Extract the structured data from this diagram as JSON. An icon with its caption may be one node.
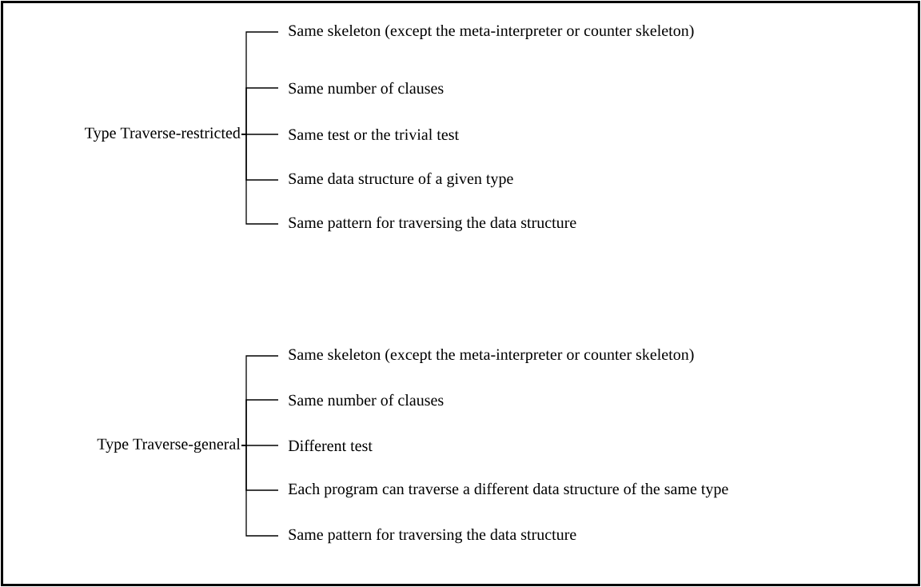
{
  "diagram": {
    "nodes": [
      {
        "text": [
          "Type Traverse-restricted"
        ]
      },
      {
        "text": [
          "Same skeleton (except the meta-interpreter or counter skeleton)"
        ]
      },
      {
        "text": [
          "Same number of clauses"
        ]
      },
      {
        "text": [
          "Same test or the trivial test"
        ]
      },
      {
        "text": [
          "Same data structure of a given type"
        ]
      },
      {
        "text": [
          "Same pattern for traversing the data structure"
        ]
      },
      {
        "text": [
          "Type Traverse-general"
        ]
      },
      {
        "text": [
          "Same skeleton (except the meta-interpreter or counter skeleton)"
        ]
      },
      {
        "text": [
          "Same number of clauses"
        ]
      },
      {
        "text": [
          "Different test"
        ]
      },
      {
        "text": [
          "Each program can traverse a different data structure of the same type"
        ]
      },
      {
        "text": [
          "Same pattern for traversing the data structure"
        ]
      }
    ],
    "edges": [
      {
        "from": 0,
        "to": 1,
        "arrow": "none"
      },
      {
        "from": 0,
        "to": 2,
        "arrow": "none"
      },
      {
        "from": 0,
        "to": 3,
        "arrow": "none"
      },
      {
        "from": 0,
        "to": 4,
        "arrow": "none"
      },
      {
        "from": 0,
        "to": 5,
        "arrow": "none"
      },
      {
        "from": 6,
        "to": 7,
        "arrow": "none"
      },
      {
        "from": 6,
        "to": 8,
        "arrow": "none"
      },
      {
        "from": 6,
        "to": 9,
        "arrow": "none"
      },
      {
        "from": 6,
        "to": 10,
        "arrow": "none"
      },
      {
        "from": 6,
        "to": 11,
        "arrow": "none"
      }
    ]
  }
}
